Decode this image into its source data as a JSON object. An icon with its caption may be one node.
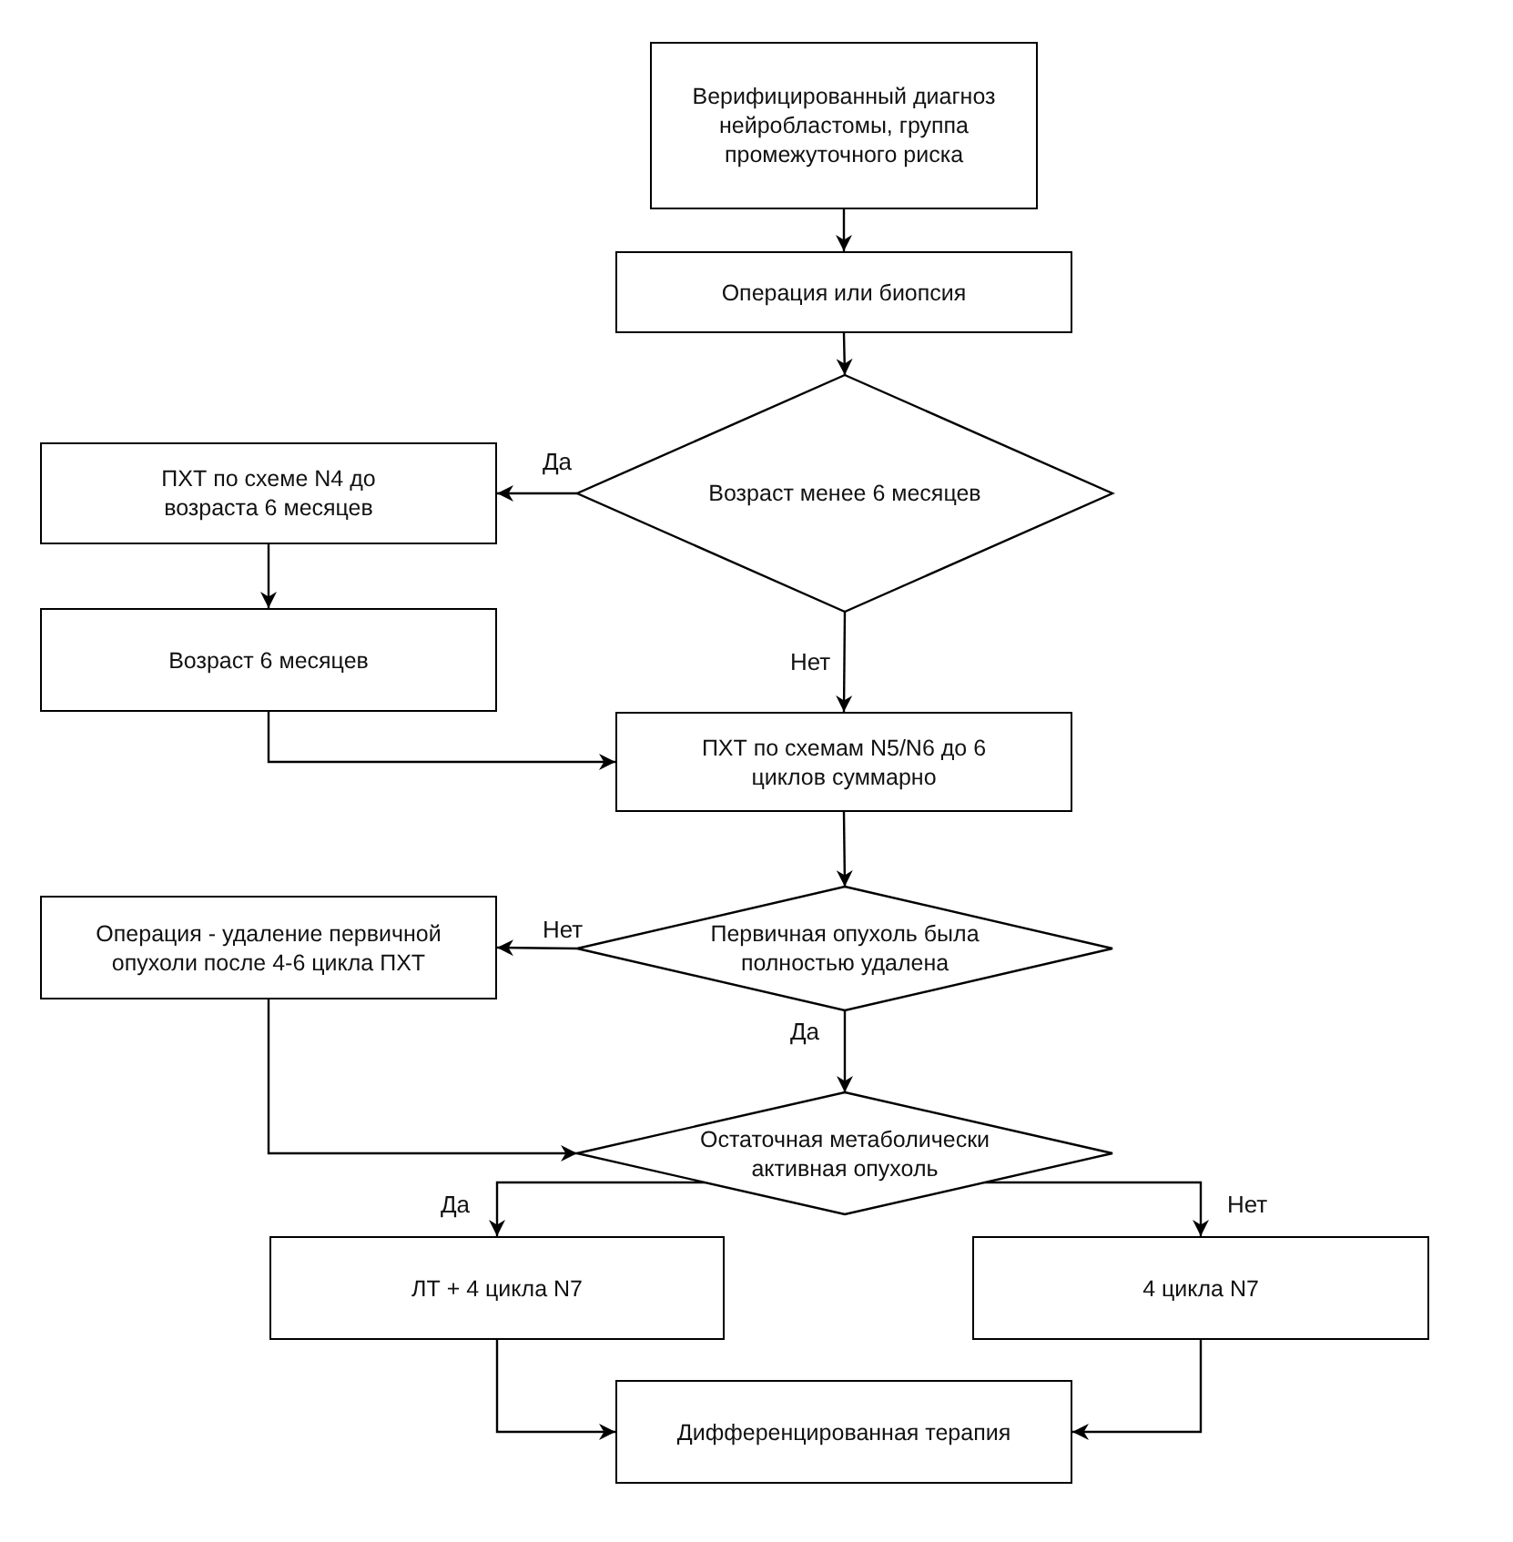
{
  "diagram": {
    "nodes": [
      {
        "text": [
          "Верифицированный диагноз нейробластомы, группа промежуточного риска"
        ]
      },
      {
        "text": [
          "Операция или биопсия"
        ]
      },
      {
        "text": [
          "Возраст менее 6 месяцев"
        ]
      },
      {
        "text": [
          "ПХТ  по схеме N4 до возраста 6 месяцев"
        ]
      },
      {
        "text": [
          "Возраст 6 месяцев"
        ]
      },
      {
        "text": [
          "ПХТ  по схемам N5/N6 до 6 циклов суммарно"
        ]
      },
      {
        "text": [
          "Первичная опухоль была полностью удалена"
        ]
      },
      {
        "text": [
          "Операция - удаление первичной опухоли после 4-6 цикла ПХТ"
        ]
      },
      {
        "text": [
          "Остаточная метаболически активная опухоль"
        ]
      },
      {
        "text": [
          "ЛТ + 4 цикла N7"
        ]
      },
      {
        "text": [
          "4 цикла N7"
        ]
      },
      {
        "text": [
          "Дифференцированная терапия"
        ]
      }
    ],
    "edges": [
      {
        "from": 0,
        "to": 1,
        "arrow": "to"
      },
      {
        "from": 1,
        "to": 2,
        "arrow": "to"
      },
      {
        "from": 2,
        "to": 3,
        "arrow": "to",
        "label": "Да"
      },
      {
        "from": 2,
        "to": 5,
        "arrow": "to",
        "label": "Нет"
      },
      {
        "from": 3,
        "to": 4,
        "arrow": "to"
      },
      {
        "from": 4,
        "to": 5,
        "arrow": "to"
      },
      {
        "from": 5,
        "to": 6,
        "arrow": "to"
      },
      {
        "from": 6,
        "to": 7,
        "arrow": "to",
        "label": "Нет"
      },
      {
        "from": 6,
        "to": 8,
        "arrow": "to",
        "label": "Да"
      },
      {
        "from": 7,
        "to": 8,
        "arrow": "to"
      },
      {
        "from": 8,
        "to": 9,
        "arrow": "to",
        "label": "Да"
      },
      {
        "from": 8,
        "to": 10,
        "arrow": "to",
        "label": "Нет"
      },
      {
        "from": 9,
        "to": 11,
        "arrow": "to"
      },
      {
        "from": 10,
        "to": 11,
        "arrow": "to"
      }
    ]
  }
}
